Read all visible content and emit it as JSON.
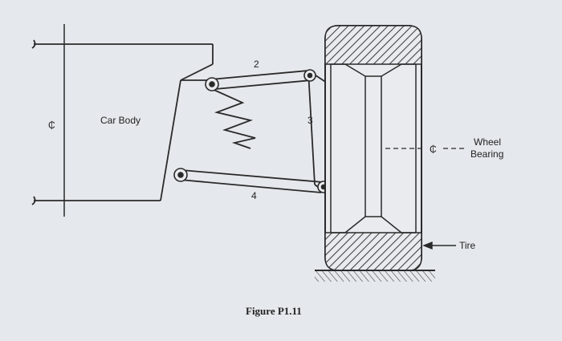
{
  "figure": {
    "caption": "Figure P1.11",
    "labels": {
      "car_body": "Car Body",
      "link_2": "2",
      "link_3": "3",
      "link_4": "4",
      "wheel_bearing_line1": "Wheel",
      "wheel_bearing_line2": "Bearing",
      "tire": "Tire",
      "centerline_symbol_left": "₵",
      "centerline_symbol_right": "₵"
    }
  },
  "colors": {
    "paper": "#e9ebee",
    "ink": "#2a2a2a",
    "hatch": "#555555"
  }
}
